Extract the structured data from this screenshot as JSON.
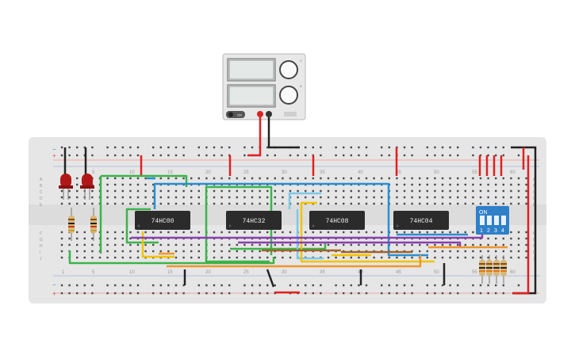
{
  "power_supply": {
    "on_label": "ON",
    "knob_labels": [
      "V",
      "A"
    ]
  },
  "breadboard": {
    "column_numbers_top": [
      "5",
      "10",
      "15",
      "20",
      "25",
      "30",
      "35",
      "40",
      "45",
      "50",
      "55",
      "60"
    ],
    "column_numbers_bottom": [
      "1",
      "5",
      "10",
      "15",
      "20",
      "25",
      "30",
      "35",
      "40",
      "45",
      "50",
      "55",
      "60"
    ],
    "row_letters_top": [
      "A",
      "B",
      "C",
      "D",
      "E"
    ],
    "row_letters_bottom": [
      "F",
      "G",
      "H",
      "I",
      "J"
    ],
    "rail_plus": "+",
    "rail_minus": "−"
  },
  "chips": [
    {
      "label": "74HC00"
    },
    {
      "label": "74HC32"
    },
    {
      "label": "74HC08"
    },
    {
      "label": "74HC04"
    }
  ],
  "dip_switch": {
    "title": "ON",
    "numbers": [
      "1",
      "2",
      "3",
      "4"
    ]
  },
  "colors": {
    "board": "#e6e6e6",
    "chip": "#2b2b2b",
    "dip": "#2f80c8",
    "wire_red": "#e02020",
    "wire_black": "#222222",
    "wire_green": "#3cb34a",
    "wire_blue": "#2a8fd0",
    "wire_lightblue": "#7ec8ea",
    "wire_yellow": "#f2c200",
    "wire_purple": "#8a3fb0",
    "wire_orange": "#f0952a",
    "wire_brown": "#a0622a",
    "led": "#b01818"
  }
}
